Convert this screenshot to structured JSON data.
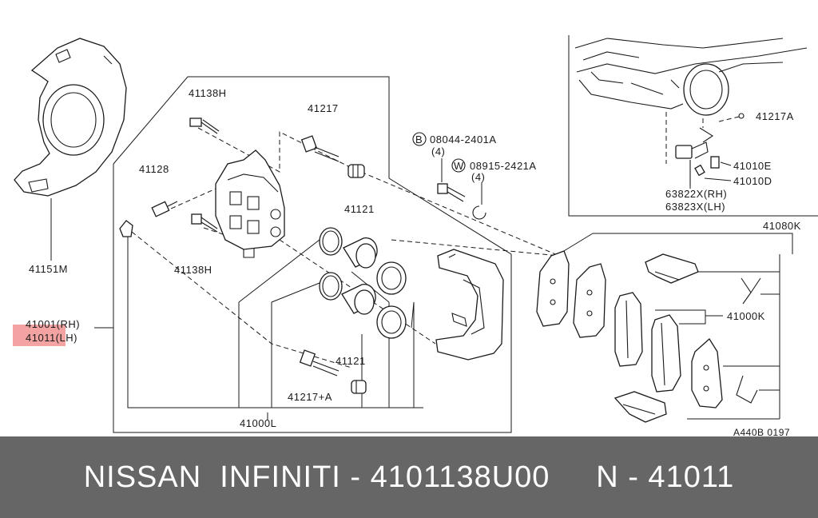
{
  "labels": {
    "shield": "41151M",
    "caliper_rh": "41001(RH)",
    "caliper_lh": "41011(LH)",
    "bolt_top": "41138H",
    "bolt_mid": "41138H",
    "bleeder": "41128",
    "pin_top": "41217",
    "piston_top": "41121",
    "piston_bot": "41121",
    "pin_bot": "41217+A",
    "body": "41000L",
    "bolt_b": "08044-2401A",
    "bolt_b_qty": "(4)",
    "washer_w": "08915-2421A",
    "washer_w_qty": "(4)",
    "b_mark": "B",
    "w_mark": "W",
    "inset_pin": "41217A",
    "inset_e": "41010E",
    "inset_d": "41010D",
    "inset_rh": "63822X(RH)",
    "inset_lh": "63823X(LH)",
    "pad_kit": "41080K",
    "pads": "41000K",
    "diagram_code": "A440B 0197"
  },
  "footer": {
    "text": "NISSAN  INFINITI - 4101138U00     N - 41011"
  },
  "colors": {
    "highlight": "#f4a3a3",
    "footer_bg": "#666666",
    "footer_text": "#ffffff"
  }
}
